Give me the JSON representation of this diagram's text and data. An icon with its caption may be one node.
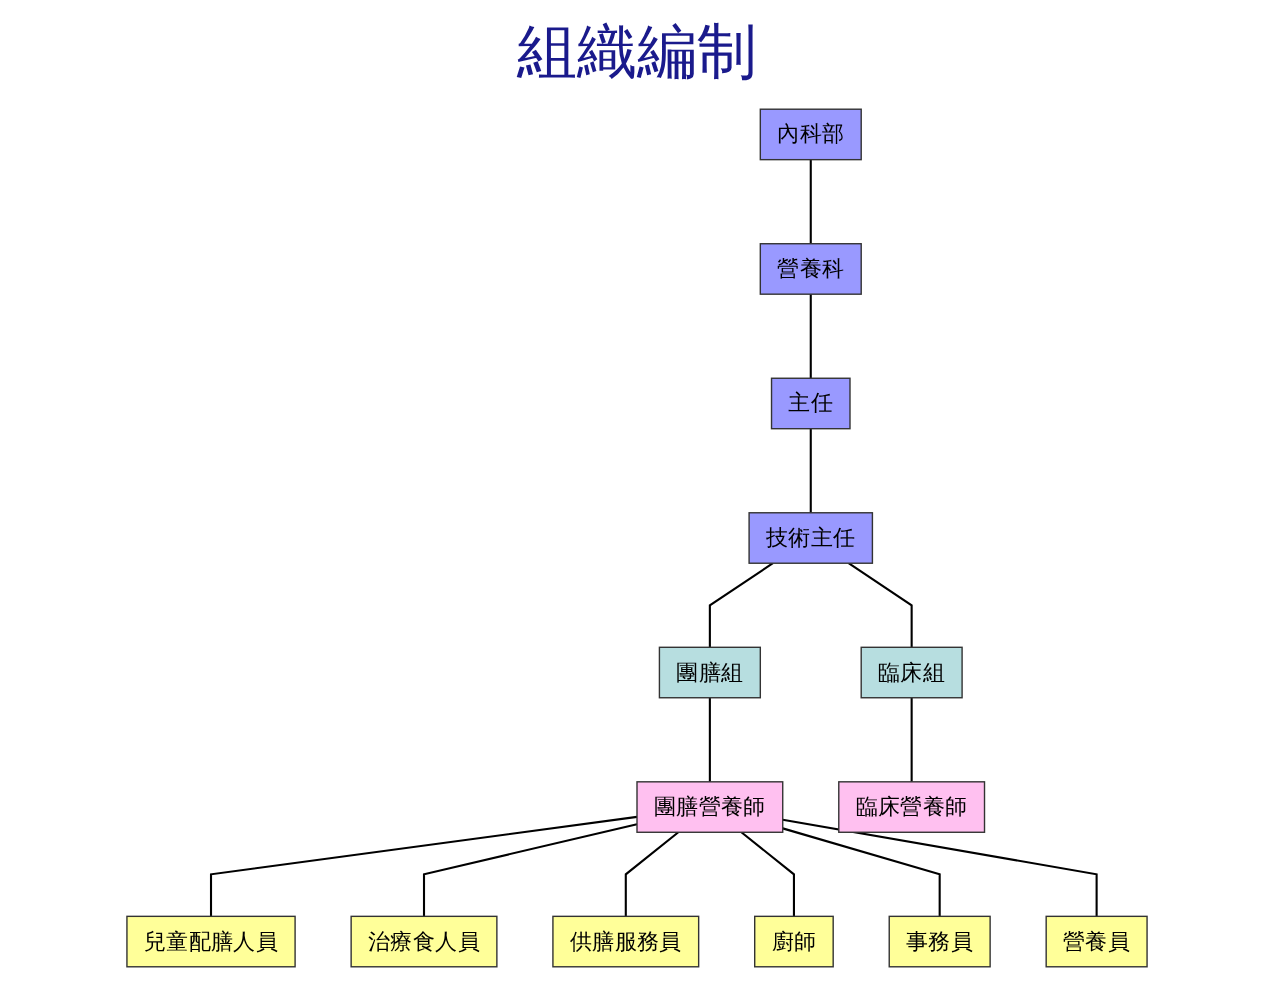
{
  "diagram": {
    "title": "組織編制",
    "nodes": [
      {
        "text": [
          "內科部"
        ]
      },
      {
        "text": [
          "營養科"
        ]
      },
      {
        "text": [
          "主任"
        ]
      },
      {
        "text": [
          "技術主任"
        ]
      },
      {
        "text": [
          "團膳組"
        ]
      },
      {
        "text": [
          "臨床組"
        ]
      },
      {
        "text": [
          "團膳營養師"
        ]
      },
      {
        "text": [
          "臨床營養師"
        ]
      },
      {
        "text": [
          "兒童配膳人員"
        ]
      },
      {
        "text": [
          "治療食人員"
        ]
      },
      {
        "text": [
          "供膳服務員"
        ]
      },
      {
        "text": [
          "廚師"
        ]
      },
      {
        "text": [
          "事務員"
        ]
      },
      {
        "text": [
          "營養員"
        ]
      }
    ],
    "edges": [
      {
        "from": 0,
        "to": 1,
        "arrow": "none"
      },
      {
        "from": 1,
        "to": 2,
        "arrow": "none"
      },
      {
        "from": 2,
        "to": 3,
        "arrow": "none"
      },
      {
        "from": 3,
        "to": 4,
        "arrow": "none"
      },
      {
        "from": 3,
        "to": 5,
        "arrow": "none"
      },
      {
        "from": 4,
        "to": 6,
        "arrow": "none"
      },
      {
        "from": 5,
        "to": 7,
        "arrow": "none"
      },
      {
        "from": 6,
        "to": 8,
        "arrow": "none"
      },
      {
        "from": 6,
        "to": 9,
        "arrow": "none"
      },
      {
        "from": 6,
        "to": 10,
        "arrow": "none"
      },
      {
        "from": 6,
        "to": 11,
        "arrow": "none"
      },
      {
        "from": 6,
        "to": 12,
        "arrow": "none"
      },
      {
        "from": 6,
        "to": 13,
        "arrow": "none"
      }
    ]
  }
}
